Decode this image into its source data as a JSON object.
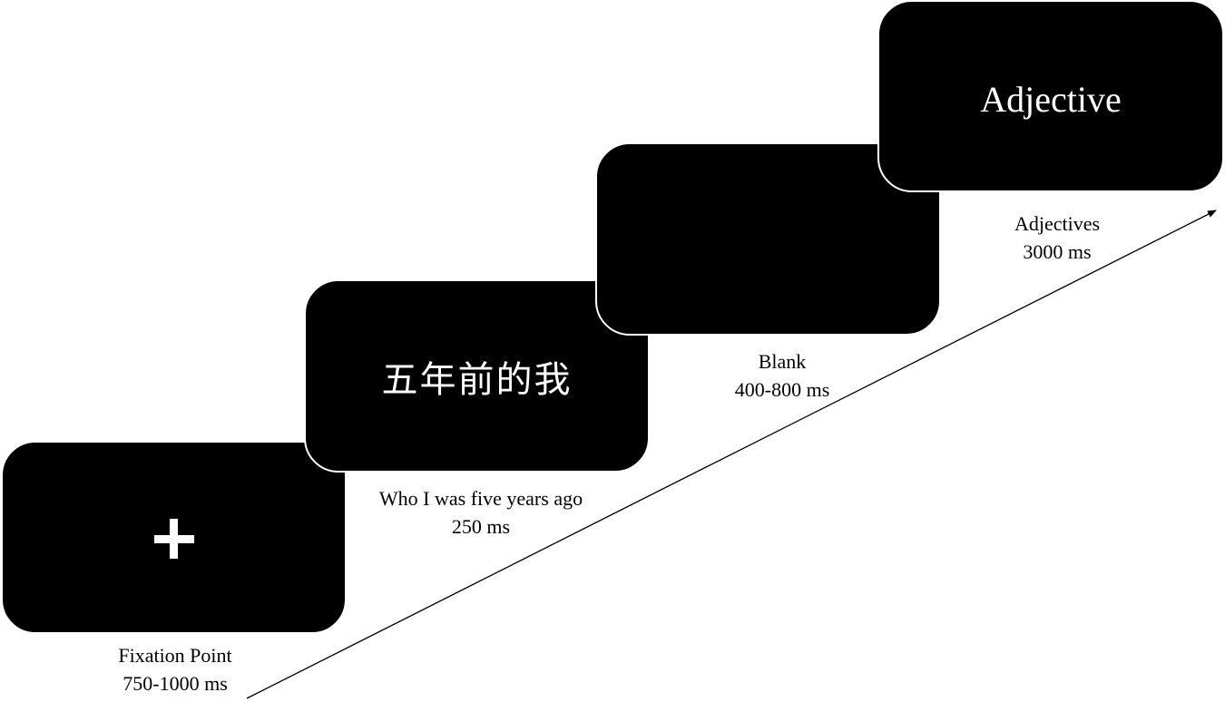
{
  "steps": [
    {
      "stimulus_kind": "fixation-cross",
      "name": "Fixation Point",
      "duration": "750-1000 ms"
    },
    {
      "stimulus_kind": "text",
      "stimulus_text": "五年前的我",
      "name": "Who I was five years ago",
      "duration": "250 ms"
    },
    {
      "stimulus_kind": "blank",
      "name": "Blank",
      "duration": "400-800 ms"
    },
    {
      "stimulus_kind": "text",
      "stimulus_text": "Adjective",
      "name": "Adjectives",
      "duration": "3000 ms"
    }
  ],
  "colors": {
    "screen_fill": "#000000",
    "screen_border": "#ffffff",
    "stimulus_text": "#ffffff",
    "caption_text": "#000000",
    "timeline_arrow": "#000000"
  },
  "icons": {
    "fixation": "plus-icon",
    "timeline": "arrow-right-up-icon"
  }
}
